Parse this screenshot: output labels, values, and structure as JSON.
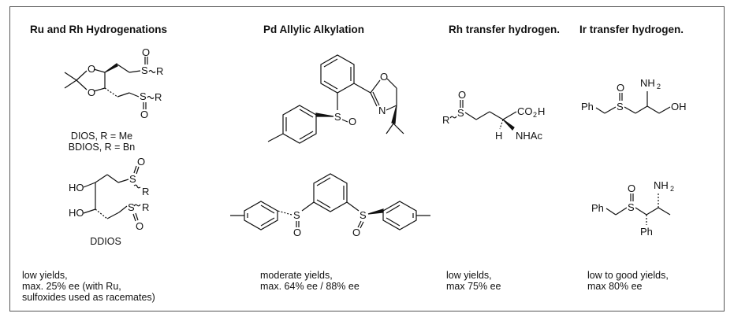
{
  "columns": [
    {
      "header": "Ru and Rh Hydrogenations",
      "structures": [
        {
          "label": "DIOS, R = Me\nBDIOS, R = Bn"
        },
        {
          "label": "DDIOS"
        }
      ],
      "caption": "low yields,\nmax. 25% ee (with Ru,\nsulfoxides used as racemates)"
    },
    {
      "header": "Pd Allylic Alkylation",
      "caption": "moderate yields,\nmax. 64% ee / 88% ee"
    },
    {
      "header": "Rh transfer hydrogen.",
      "caption": "low yields,\nmax 75% ee"
    },
    {
      "header": "Ir transfer hydrogen.",
      "caption": "low to good yields,\nmax 80% ee"
    }
  ],
  "atom_labels": {
    "O": "O",
    "S": "S",
    "R": "R",
    "N": "N",
    "H": "H",
    "HO": "HO",
    "OH": "OH",
    "Ph": "Ph",
    "NHAc": "NHAc",
    "CO": "CO",
    "NH": "NH",
    "sub2": "2"
  }
}
